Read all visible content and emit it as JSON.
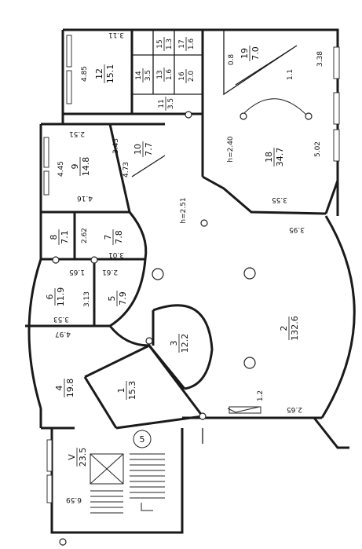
{
  "diagram": {
    "rooms": [
      {
        "id": "r1",
        "num": "1",
        "area": "15.3"
      },
      {
        "id": "r2",
        "num": "2",
        "area": "132.6"
      },
      {
        "id": "r3",
        "num": "3",
        "area": "12.2"
      },
      {
        "id": "r4",
        "num": "4",
        "area": "19.8"
      },
      {
        "id": "r5",
        "num": "5",
        "area": "7.9"
      },
      {
        "id": "r6",
        "num": "6",
        "area": "11.9"
      },
      {
        "id": "r7",
        "num": "7",
        "area": "7.8"
      },
      {
        "id": "r8",
        "num": "8",
        "area": "7.1"
      },
      {
        "id": "r9",
        "num": "9",
        "area": "14.8"
      },
      {
        "id": "r10",
        "num": "10",
        "area": "7.7"
      },
      {
        "id": "r11",
        "num": "11",
        "area": "3.5"
      },
      {
        "id": "r12",
        "num": "12",
        "area": "15.1"
      },
      {
        "id": "r13",
        "num": "13",
        "area": "1.6"
      },
      {
        "id": "r14",
        "num": "14",
        "area": "3.5"
      },
      {
        "id": "r15",
        "num": "15",
        "area": "1.3"
      },
      {
        "id": "r16",
        "num": "16",
        "area": "2.0"
      },
      {
        "id": "r17",
        "num": "17",
        "area": "1.6"
      },
      {
        "id": "r18",
        "num": "18",
        "area": "34.7"
      },
      {
        "id": "r19",
        "num": "19",
        "area": "7.0"
      },
      {
        "id": "rV",
        "num": "V",
        "area": "23.5"
      }
    ],
    "dims": {
      "d_311": "3.11",
      "d_485": "4.85",
      "d_338": "3.38",
      "d_08": "0.8",
      "d_11": "1.1",
      "d_502": "5.02",
      "d_355": "3.55",
      "d_395": "3.95",
      "d_251": "2.51",
      "d_445": "4.45",
      "d_416": "4.16",
      "d_343": "3.43",
      "d_473": "4.73",
      "d_262": "2.62",
      "d_301": "3.01",
      "d_165": "1.65",
      "d_261": "2.61",
      "d_313": "3.13",
      "d_353": "3.53",
      "d_497": "4.97",
      "d_12": "1.2",
      "d_265": "2.65",
      "d_659": "6.59"
    },
    "heights": {
      "main": "h=2.51",
      "hall": "h=2.40"
    },
    "stair_marker": "5"
  }
}
